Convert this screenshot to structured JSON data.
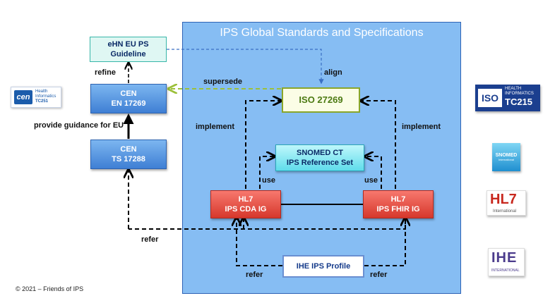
{
  "panel_title": "IPS Global Standards and Specifications",
  "nodes": {
    "ehn": {
      "line1": "eHN EU PS",
      "line2": "Guideline"
    },
    "cen_en": {
      "line1": "CEN",
      "line2": "EN 17269"
    },
    "cen_ts": {
      "line1": "CEN",
      "line2": "TS 17288"
    },
    "iso": {
      "label": "ISO 27269"
    },
    "snomed": {
      "line1": "SNOMED CT",
      "line2": "IPS Reference Set"
    },
    "hl7_cda": {
      "line1": "HL7",
      "line2": "IPS CDA IG"
    },
    "hl7_fhir": {
      "line1": "HL7",
      "line2": "IPS FHIR IG"
    },
    "ihe": {
      "label": "IHE IPS Profile"
    }
  },
  "edge_labels": {
    "refine": "refine",
    "align": "align",
    "supersede": "supersede",
    "provide_guidance": "provide guidance for EU",
    "implement_left": "implement",
    "implement_right": "implement",
    "use_left": "use",
    "use_right": "use",
    "refer_left": "refer",
    "refer_bottom_left": "refer",
    "refer_bottom_right": "refer"
  },
  "logos": {
    "cen": {
      "mark": "cen",
      "text1": "Health",
      "text2": "Informatics",
      "text3": "TC251"
    },
    "iso": {
      "mark": "ISO",
      "text1": "HEALTH",
      "text2": "INFORMATICS",
      "text3": "TC215"
    },
    "snomed": {
      "text1": "SNOMED",
      "text2": "International"
    },
    "hl7": {
      "mark": "HL7",
      "text1": "International"
    },
    "ihe": {
      "mark": "IHE",
      "text1": "INTERNATIONAL"
    }
  },
  "footer": "© 2021 – Friends of IPS",
  "colors": {
    "panel": "#86bdf3",
    "panel_border": "#2f63b5",
    "supersede_arrow": "#9cc03a",
    "align_arrow": "#3a6fc4",
    "connector": "#000000"
  }
}
